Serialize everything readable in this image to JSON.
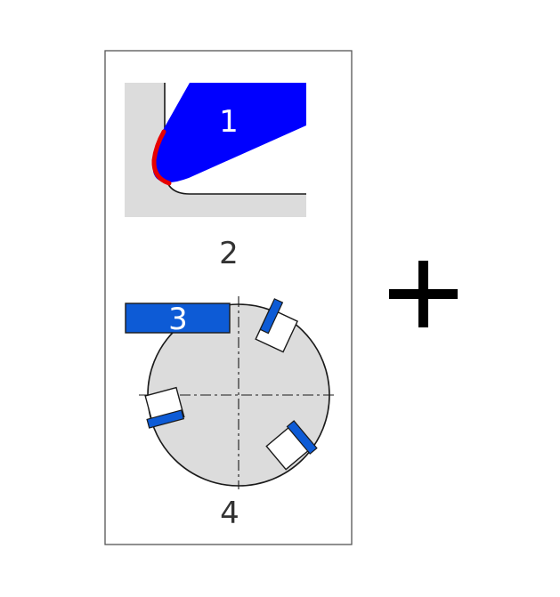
{
  "labels": {
    "tool_tip": "1",
    "workpiece_corner": "2",
    "tool_insert": "3",
    "milling_cutter": "4"
  },
  "operator": "+",
  "colors": {
    "tool_blue": "#0000ff",
    "insert_blue": "#0d5bd6",
    "wear_red": "#e60000",
    "workpiece_grey": "#dcdcdc",
    "outline": "#1a1a1a",
    "label_dark": "#333333"
  }
}
